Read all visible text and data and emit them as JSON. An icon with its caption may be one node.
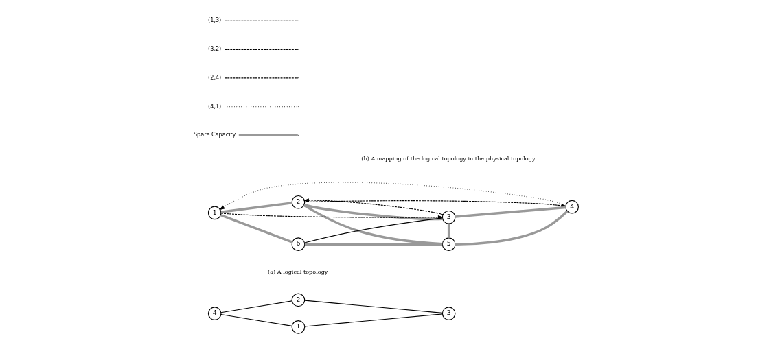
{
  "diagram": {
    "nodes": [
      {
        "text": [
          "1"
        ]
      },
      {
        "text": [
          "4"
        ]
      },
      {
        "text": [
          "3"
        ]
      },
      {
        "text": [
          "2"
        ]
      },
      {
        "text": [
          "2"
        ]
      },
      {
        "text": [
          "3"
        ]
      },
      {
        "text": [
          "1"
        ]
      },
      {
        "text": [
          "4"
        ]
      },
      {
        "text": [
          "6"
        ]
      },
      {
        "text": [
          "5"
        ]
      }
    ],
    "edges": [
      {
        "from": 0,
        "to": 1,
        "arrow": "none"
      },
      {
        "from": 0,
        "to": 2,
        "arrow": "none"
      },
      {
        "from": 1,
        "to": 3,
        "arrow": "none"
      },
      {
        "from": 2,
        "to": 3,
        "arrow": "none"
      },
      {
        "from": 6,
        "to": 4,
        "arrow": "none",
        "style": "thick",
        "color": "#999999"
      },
      {
        "from": 4,
        "to": 5,
        "arrow": "none",
        "style": "thick",
        "color": "#999999"
      },
      {
        "from": 5,
        "to": 7,
        "arrow": "none",
        "style": "thick",
        "color": "#999999"
      },
      {
        "from": 6,
        "to": 8,
        "arrow": "none",
        "style": "thick",
        "color": "#999999"
      },
      {
        "from": 8,
        "to": 9,
        "arrow": "none",
        "style": "thick",
        "color": "#999999"
      },
      {
        "from": 9,
        "to": 7,
        "arrow": "none",
        "style": "thick",
        "color": "#999999"
      },
      {
        "from": 4,
        "to": 9,
        "arrow": "none",
        "style": "thick",
        "color": "#999999"
      },
      {
        "from": 5,
        "to": 9,
        "arrow": "none",
        "style": "thick",
        "color": "#999999"
      },
      {
        "from": 8,
        "to": 5,
        "arrow": "none"
      },
      {
        "from": 6,
        "to": 5,
        "arrow": "to",
        "style": "dashed"
      },
      {
        "from": 5,
        "to": 4,
        "arrow": "to",
        "style": "dashed"
      },
      {
        "from": 4,
        "to": 7,
        "arrow": "to",
        "style": "dashed"
      },
      {
        "from": 7,
        "to": 6,
        "arrow": "to",
        "style": "dashed"
      }
    ],
    "labels": [
      "(a) A logical topology.",
      "(b) A mapping of the logical topology in the physical topology."
    ],
    "legend": [
      {
        "text": "(1,3)"
      },
      {
        "text": "(3,2)"
      },
      {
        "text": "(2,4)"
      },
      {
        "text": "(4,1)"
      },
      {
        "text": "Spare Capacity"
      }
    ]
  }
}
